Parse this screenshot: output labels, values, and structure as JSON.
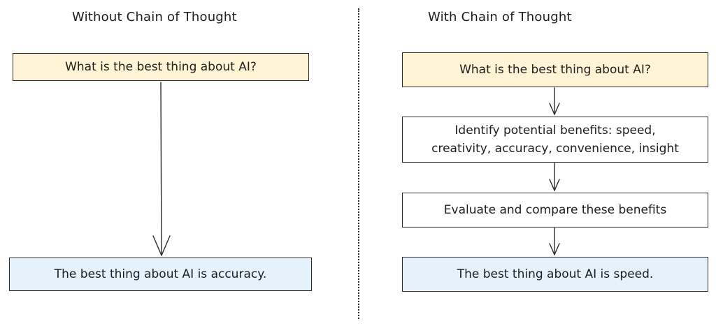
{
  "left_panel": {
    "title": "Without Chain of Thought",
    "question": "What is the best thing about AI?",
    "answer": "The best thing about AI is accuracy."
  },
  "right_panel": {
    "title": "With Chain of Thought",
    "question": "What is the best thing about AI?",
    "step1_line1": "Identify potential benefits: speed,",
    "step1_line2": "creativity, accuracy, convenience, insight",
    "step2": "Evaluate and compare these benefits",
    "answer": "The best thing about AI is speed."
  },
  "colors": {
    "question_fill": "#fff5d6",
    "answer_fill": "#e5f2fb",
    "step_fill": "#ffffff",
    "stroke": "#2b2b2b"
  }
}
